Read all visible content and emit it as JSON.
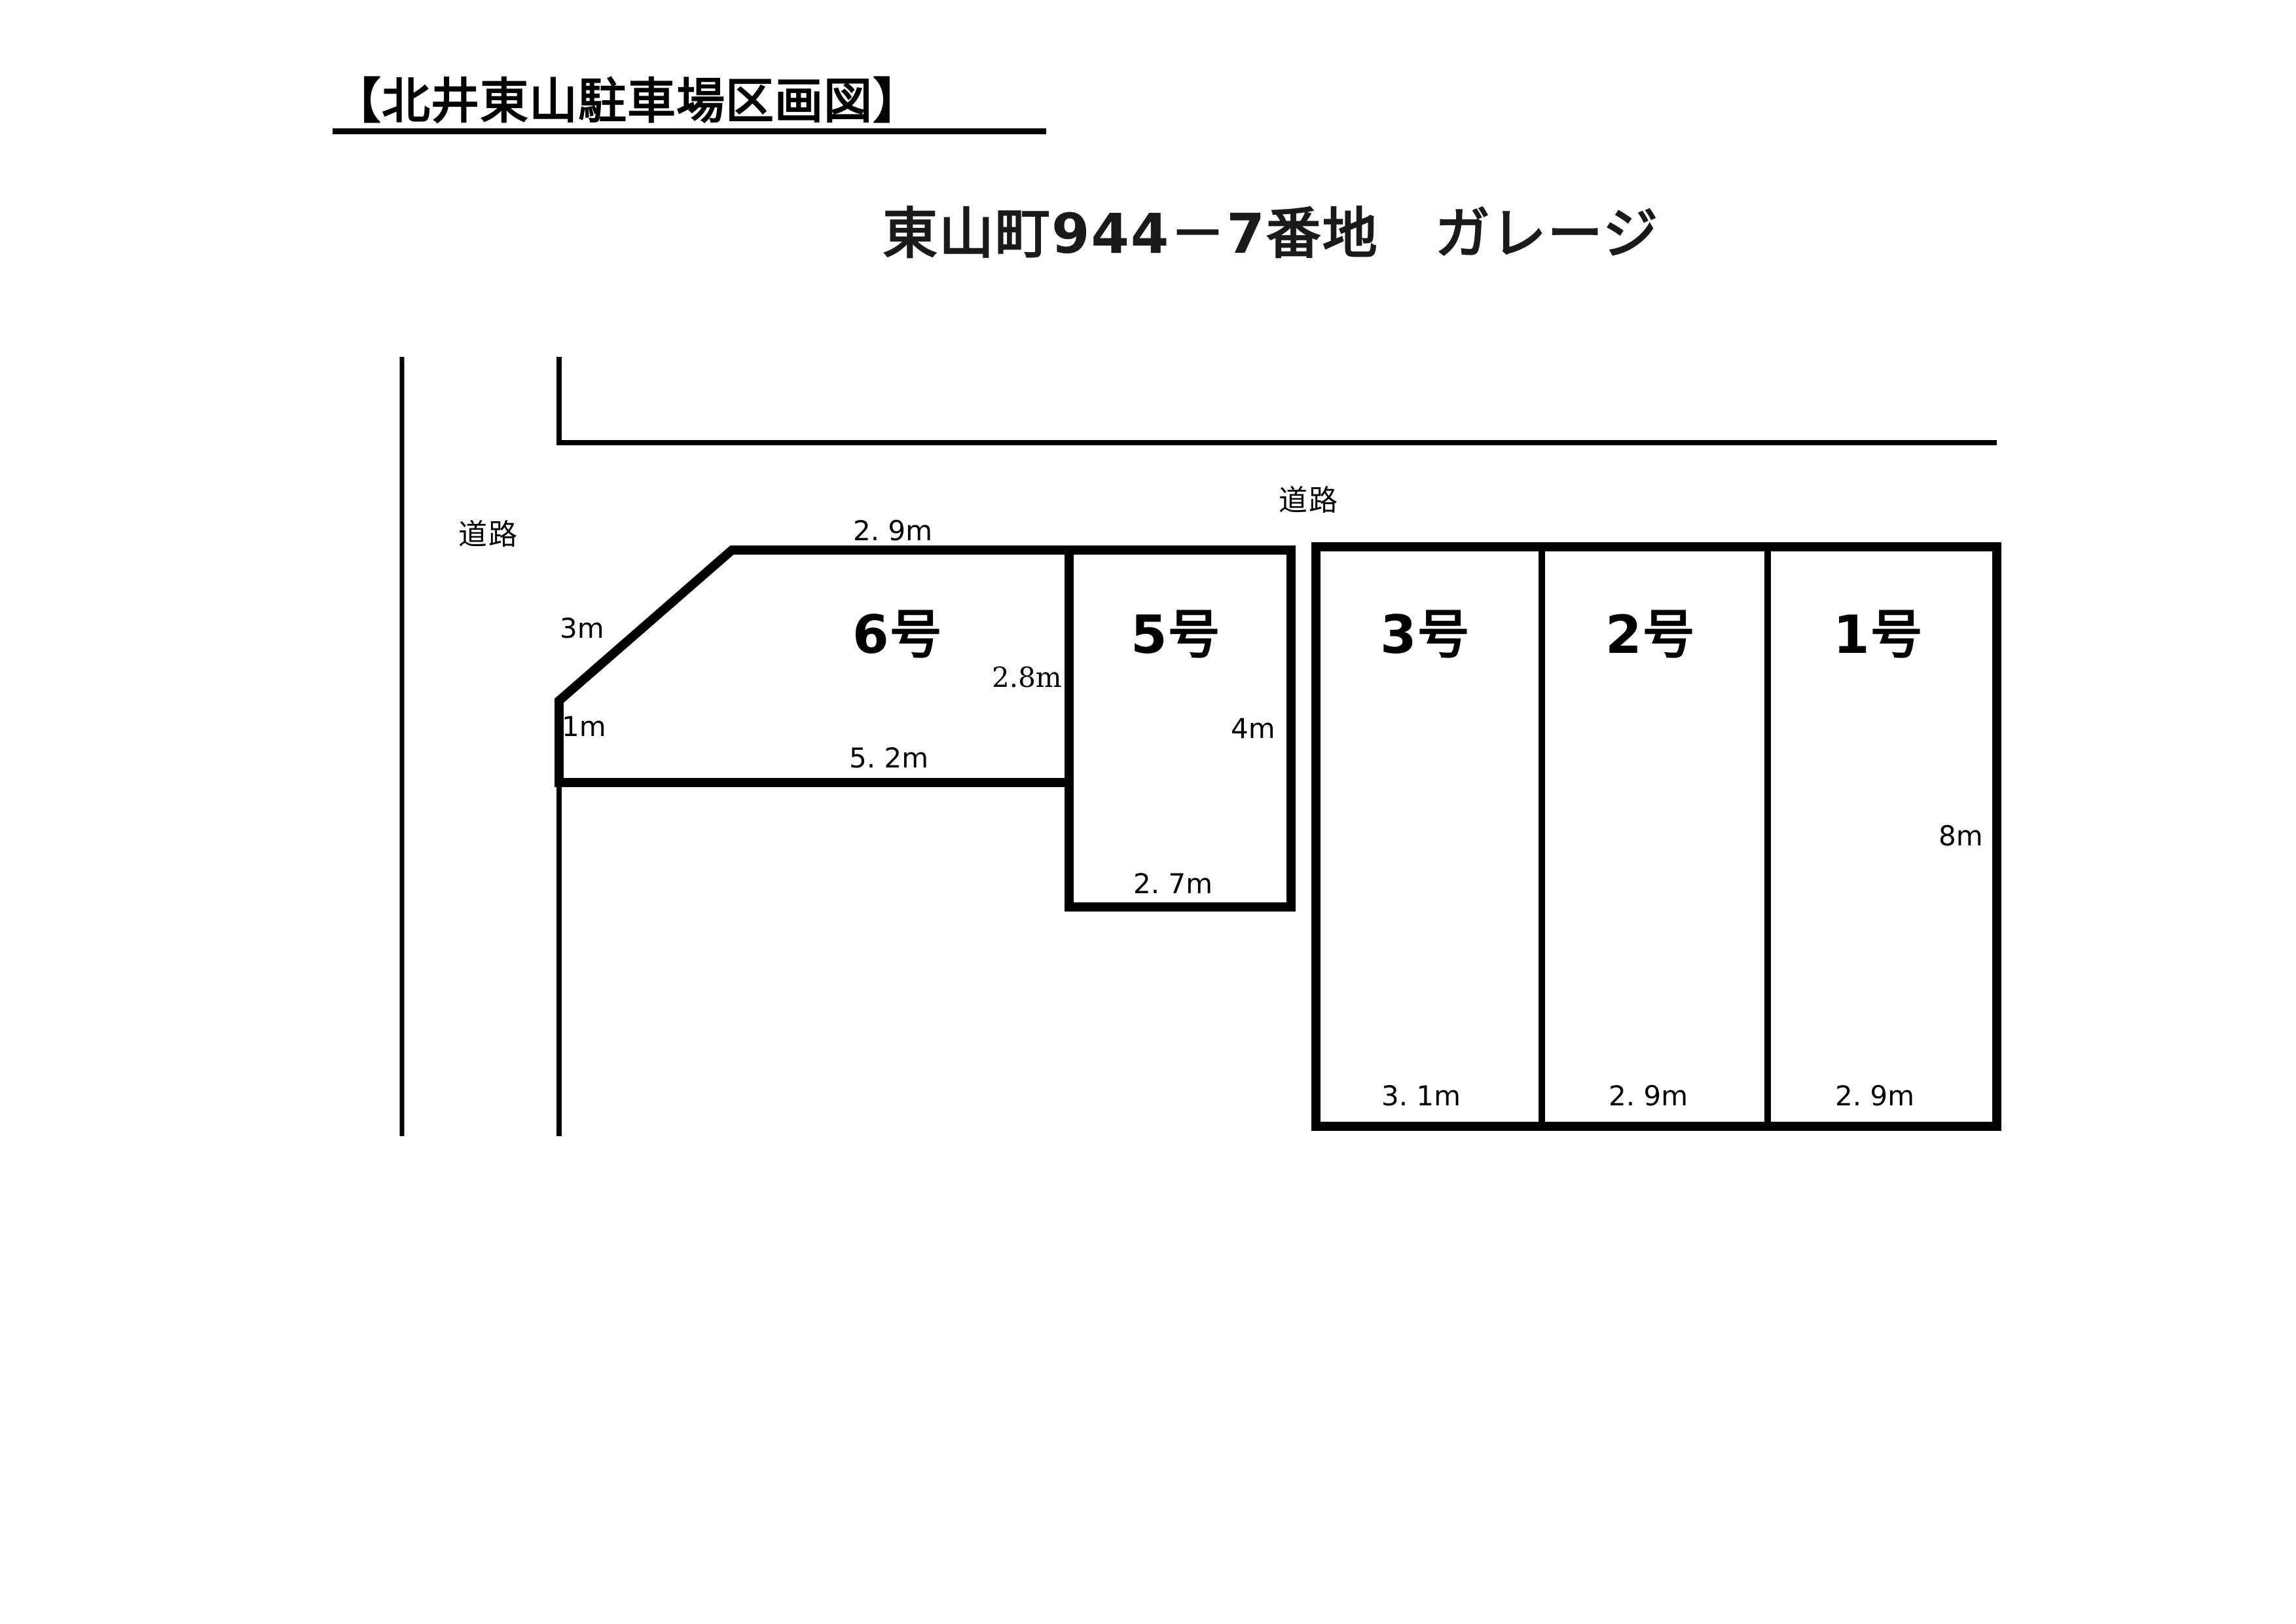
{
  "document": {
    "title_main": "【北井東山駐車場区画図】",
    "title_sub": "東山町944－7番地　ガレージ"
  },
  "roads": {
    "left_label": "道路",
    "top_label": "道路"
  },
  "stalls": [
    {
      "id": "6",
      "label": "6号"
    },
    {
      "id": "5",
      "label": "5号"
    },
    {
      "id": "3",
      "label": "3号"
    },
    {
      "id": "2",
      "label": "2号"
    },
    {
      "id": "1",
      "label": "1号"
    }
  ],
  "dimensions": {
    "lot6_diagonal": "3m",
    "lot6_left_vertical": "1m",
    "lot6_top": "2. 9m",
    "lot6_right": "2.8m",
    "lot6_bottom": "5. 2m",
    "lot5_right": "4m",
    "lot5_bottom": "2. 7m",
    "block_right": "8m",
    "lot3_bottom": "3. 1m",
    "lot2_bottom": "2. 9m",
    "lot1_bottom": "2. 9m"
  },
  "chart_data": {
    "type": "diagram",
    "title": "【北井東山駐車場区画図】",
    "subtitle": "東山町944－7番地　ガレージ",
    "units": "meters",
    "parking_spaces": [
      {
        "name": "6号",
        "width": 2.9,
        "bottom_width": 5.2,
        "depth": 2.8,
        "notes": "angled corner, 3m diagonal, 1m left edge"
      },
      {
        "name": "5号",
        "width": 2.7,
        "depth": 4.0
      },
      {
        "name": "3号",
        "width": 3.1,
        "depth": 8.0
      },
      {
        "name": "2号",
        "width": 2.9,
        "depth": 8.0
      },
      {
        "name": "1号",
        "width": 2.9,
        "depth": 8.0
      }
    ],
    "roads": [
      "道路 (west)",
      "道路 (north)"
    ]
  }
}
